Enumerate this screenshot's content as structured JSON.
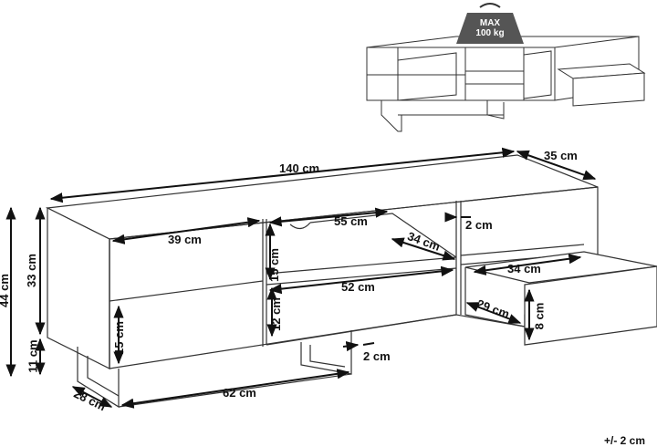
{
  "weight_badge": {
    "line1": "MAX",
    "line2": "100 kg"
  },
  "dimensions": {
    "total_width": "140 cm",
    "total_depth": "35 cm",
    "total_height": "44 cm",
    "body_height": "33 cm",
    "leg_height": "11 cm",
    "leg_depth": "28 cm",
    "leg_width": "62 cm",
    "leg_offset": "2 cm",
    "left_shelf_width": "39 cm",
    "left_compartment_height": "15 cm",
    "center_top_width": "55 cm",
    "center_top_height": "15 cm",
    "center_depth": "34 cm",
    "center_bottom_width": "52 cm",
    "center_bottom_height": "12 cm",
    "right_gap": "2 cm",
    "drawer_width": "34 cm",
    "drawer_depth": "29 cm",
    "drawer_height": "8 cm"
  },
  "tolerance": "+/- 2 cm"
}
